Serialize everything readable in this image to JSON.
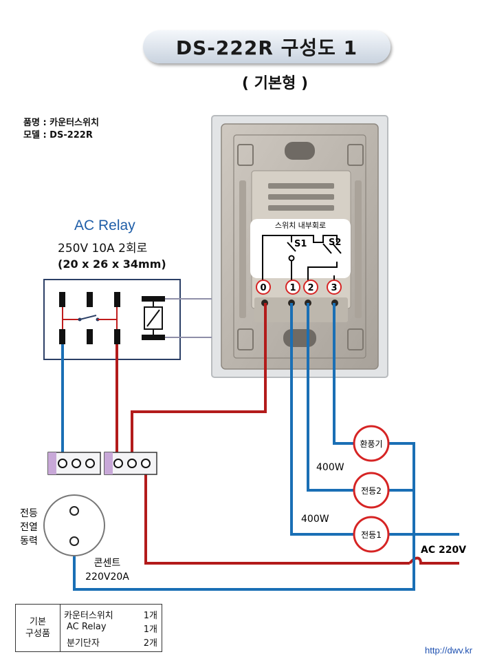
{
  "title": "DS-222R 구성도 1",
  "subtitle": "( 기본형 )",
  "product": {
    "name_line": "품명 : 카운터스위치",
    "model_line": "모델 : DS-222R"
  },
  "relay": {
    "title": "AC Relay",
    "spec": "250V 10A 2회로",
    "size": "(20 x 26 x 34mm)"
  },
  "switch": {
    "internal_label": "스위치 내부회로",
    "s1": "S1",
    "s2": "S2",
    "terminals": [
      "0",
      "1",
      "2",
      "3"
    ]
  },
  "loads": {
    "fan": "환풍기",
    "light2": "전등2",
    "light1": "전등1"
  },
  "watt_labels": [
    "400W",
    "400W"
  ],
  "ac_label": "AC 220V",
  "outlet": {
    "side_lines": [
      "전등",
      "전열",
      "동력"
    ],
    "name": "콘센트",
    "rating": "220V20A"
  },
  "parts_table": {
    "header_lines": [
      "기본",
      "구성품"
    ],
    "items": [
      {
        "name": "카운터스위치",
        "qty": "1개"
      },
      {
        "name": "AC Relay",
        "qty": "1개"
      },
      {
        "name": "분기단자",
        "qty": "2개"
      }
    ]
  },
  "url": "http://dwv.kr",
  "colors": {
    "blue_wire": "#1a6fb5",
    "red_wire": "#b31b1b",
    "load_circle": "#d62424",
    "relay_box": "#2b3f66"
  }
}
